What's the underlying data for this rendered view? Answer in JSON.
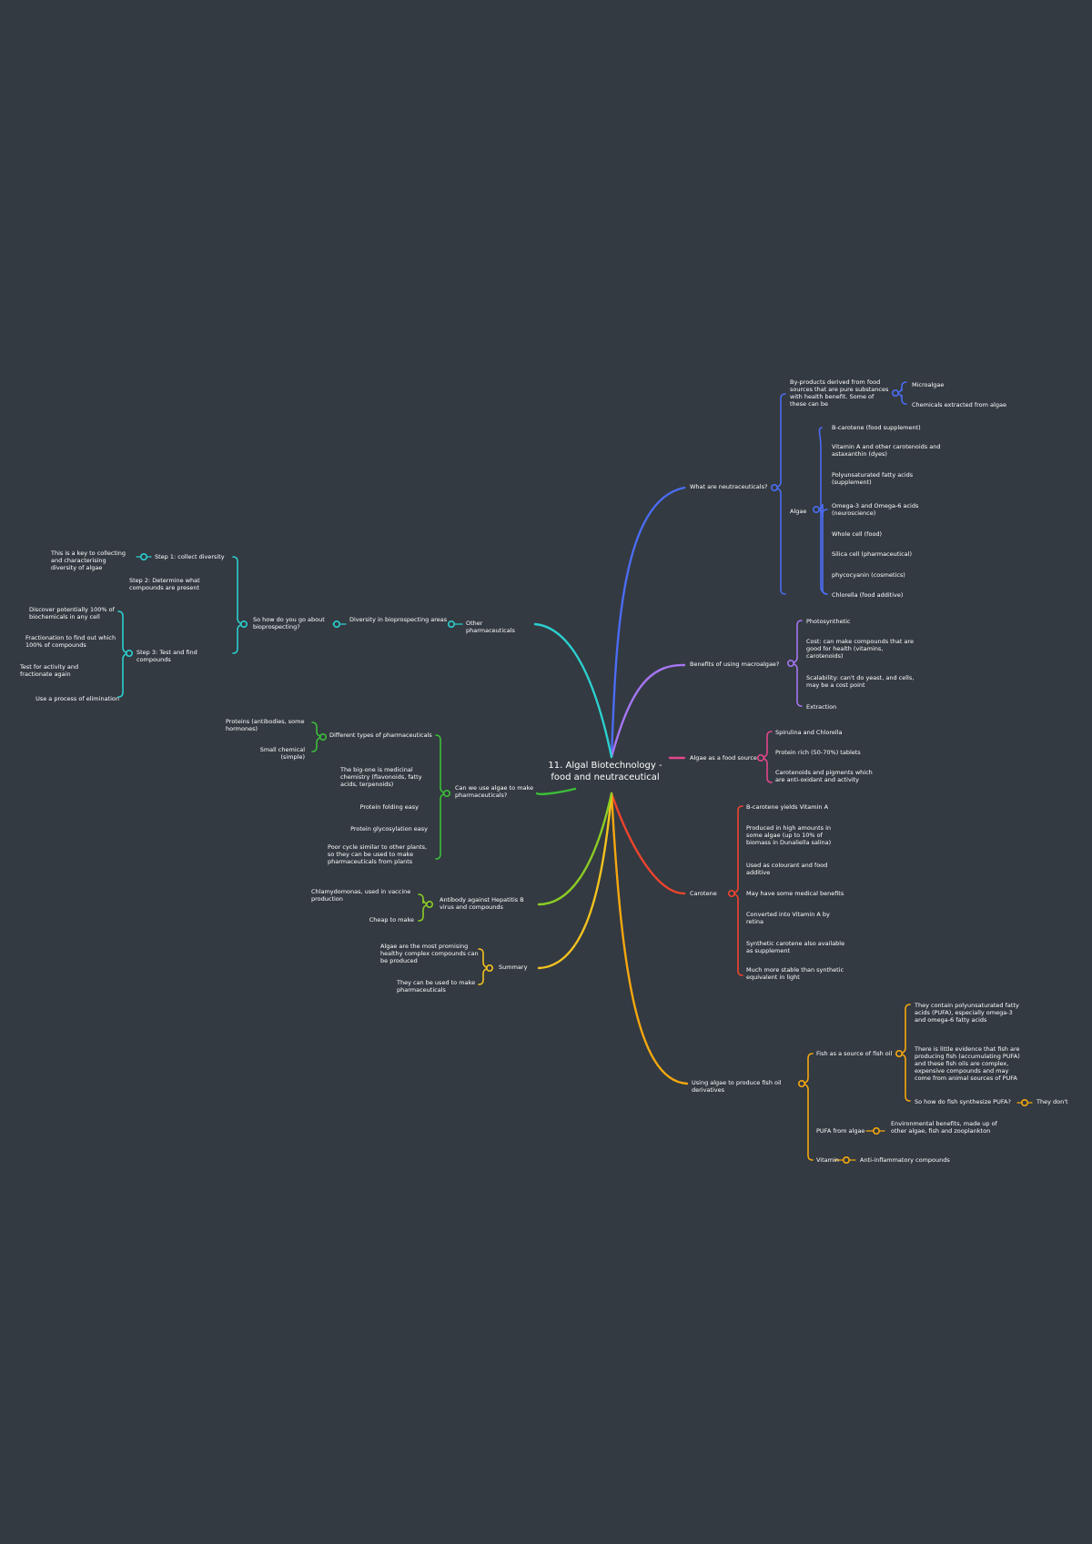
{
  "colors": {
    "background": "#333a41",
    "blue": "#4b6cf2",
    "violet": "#a676f3",
    "pink": "#e2478b",
    "red": "#f0442d",
    "orange": "#f5a70f",
    "yellow": "#f3c21f",
    "lime": "#8ccd24",
    "green": "#3cbf3a",
    "cyan": "#2ccfcf",
    "text": "#ffffff"
  },
  "title": "11. Algal Biotechnology - food and neutraceutical",
  "nodes": [
    {
      "id": "what",
      "label": "What are neutraceuticals?",
      "color": "blue"
    },
    {
      "id": "byprod",
      "label": "By-products derived from food sources that are pure substances with health benefit. Some of these can be",
      "color": "blue"
    },
    {
      "id": "microalgae",
      "label": "Microalgae",
      "color": "blue"
    },
    {
      "id": "chemicals",
      "label": "Chemicals extracted from algae",
      "color": "blue"
    },
    {
      "id": "algae",
      "label": "Algae",
      "color": "blue"
    },
    {
      "id": "a1",
      "label": "B-carotene (food supplement)",
      "color": "blue"
    },
    {
      "id": "a2",
      "label": "Vitamin A and other carotenoids and astaxanthin (dyes)",
      "color": "blue"
    },
    {
      "id": "a3",
      "label": "Polyunsaturated fatty acids (supplement)",
      "color": "blue"
    },
    {
      "id": "a4",
      "label": "Omega-3 and Omega-6 acids (neuroscience)",
      "color": "blue"
    },
    {
      "id": "a5",
      "label": "Whole cell (food)",
      "color": "blue"
    },
    {
      "id": "a6",
      "label": "Silica cell (pharmaceutical)",
      "color": "blue"
    },
    {
      "id": "a7",
      "label": "phycocyanin (cosmetics)",
      "color": "blue"
    },
    {
      "id": "a8",
      "label": "Chlorella (food additive)",
      "color": "blue"
    },
    {
      "id": "benefits",
      "label": "Benefits of using macroalgae?",
      "color": "violet"
    },
    {
      "id": "b1",
      "label": "Photosynthetic",
      "color": "violet"
    },
    {
      "id": "b2",
      "label": "Cost: can make compounds that are good for health (vitamins, carotenoids)",
      "color": "violet"
    },
    {
      "id": "b3",
      "label": "Scalability: can't do yeast, and cells, may be a cost point",
      "color": "violet"
    },
    {
      "id": "b4",
      "label": "Extraction",
      "color": "violet"
    },
    {
      "id": "spirulina",
      "label": "Algae as a food source",
      "color": "pink"
    },
    {
      "id": "s1",
      "label": "Spirulina and Chlorella",
      "color": "pink"
    },
    {
      "id": "s2",
      "label": "Protein rich (50-70%) tablets",
      "color": "pink"
    },
    {
      "id": "s3",
      "label": "Carotenoids and pigments which are anti-oxidant and activity",
      "color": "pink"
    },
    {
      "id": "carotene",
      "label": "Carotene",
      "color": "red"
    },
    {
      "id": "c1",
      "label": "B-carotene yields Vitamin A",
      "color": "red"
    },
    {
      "id": "c2",
      "label": "Produced in high amounts in some algae (up to 10% of biomass in Dunaliella salina)",
      "color": "red"
    },
    {
      "id": "c3",
      "label": "Used as colourant and food additive",
      "color": "red"
    },
    {
      "id": "c4",
      "label": "May have some medical benefits",
      "color": "red"
    },
    {
      "id": "c5",
      "label": "Converted into Vitamin A by retina",
      "color": "red"
    },
    {
      "id": "c6",
      "label": "Synthetic carotene also available as supplement",
      "color": "red"
    },
    {
      "id": "c7",
      "label": "Much more stable than synthetic equivalent in light",
      "color": "red"
    },
    {
      "id": "pufa",
      "label": "Using algae to produce fish oil derivatives",
      "color": "orange"
    },
    {
      "id": "fish",
      "label": "Fish as a source of fish oil",
      "color": "orange"
    },
    {
      "id": "f1",
      "label": "They contain polyunsaturated fatty acids (PUFA), especially omega-3 and omega-6 fatty acids",
      "color": "orange"
    },
    {
      "id": "f2",
      "label": "There is little evidence that fish are producing fish (accumulating PUFA) and these fish oils are complex, expensive compounds and may come from animal sources of PUFA",
      "color": "orange"
    },
    {
      "id": "f3",
      "label": "So how do fish synthesize PUFA?",
      "color": "orange"
    },
    {
      "id": "f3a",
      "label": "They don't",
      "color": "orange"
    },
    {
      "id": "pufaalg",
      "label": "PUFA from algae",
      "color": "orange"
    },
    {
      "id": "pa1",
      "label": "Environmental benefits, made up of other algae, fish and zooplankton",
      "color": "orange"
    },
    {
      "id": "vitamin",
      "label": "Vitamin",
      "color": "orange"
    },
    {
      "id": "v1",
      "label": "Anti-inflammatory compounds",
      "color": "orange"
    },
    {
      "id": "summary",
      "label": "Summary",
      "color": "yellow"
    },
    {
      "id": "sm1",
      "label": "Algae are the most promising healthy complex compounds can be produced",
      "color": "yellow"
    },
    {
      "id": "sm2",
      "label": "They can be used to make pharmaceuticals",
      "color": "yellow"
    },
    {
      "id": "antibody",
      "label": "Antibody against Hepatitis B virus and compounds",
      "color": "lime"
    },
    {
      "id": "ab1",
      "label": "Chlamydomonas, used in vaccine production",
      "color": "lime"
    },
    {
      "id": "ab2",
      "label": "Cheap to make",
      "color": "lime"
    },
    {
      "id": "pharma",
      "label": "Can we use algae to make pharmaceuticals?",
      "color": "green"
    },
    {
      "id": "difftypes",
      "label": "Different types of pharmaceuticals",
      "color": "green"
    },
    {
      "id": "d1",
      "label": "Proteins (antibodies, some hormones)",
      "color": "green"
    },
    {
      "id": "d2",
      "label": "Small chemical (simple)",
      "color": "green"
    },
    {
      "id": "p1",
      "label": "The big-one is medicinal chemistry (flavonoids, fatty acids, terpenoids)",
      "color": "green"
    },
    {
      "id": "p2",
      "label": "Protein folding easy",
      "color": "green"
    },
    {
      "id": "p3",
      "label": "Protein glycosylation easy",
      "color": "green"
    },
    {
      "id": "p4",
      "label": "Poor cycle similar to other plants, so they can be used to make pharmaceuticals from plants",
      "color": "green"
    },
    {
      "id": "other",
      "label": "Other pharmaceuticals",
      "color": "cyan"
    },
    {
      "id": "diversity",
      "label": "Diversity in bioprospecting areas",
      "color": "cyan"
    },
    {
      "id": "how",
      "label": "So how do you go about bioprospecting?",
      "color": "cyan"
    },
    {
      "id": "st1",
      "label": "Step 1: collect diversity",
      "color": "cyan"
    },
    {
      "id": "st1a",
      "label": "This is a key to collecting and characterising diversity of algae",
      "color": "cyan"
    },
    {
      "id": "st2",
      "label": "Step 2: Determine what compounds are present",
      "color": "cyan"
    },
    {
      "id": "st3",
      "label": "Step 3: Test and find compounds",
      "color": "cyan"
    },
    {
      "id": "st3a",
      "label": "Discover potentially 100% of biochemicals in any cell",
      "color": "cyan"
    },
    {
      "id": "st3b",
      "label": "Fractionation to find out which 100% of compounds",
      "color": "cyan"
    },
    {
      "id": "st3c",
      "label": "Test for activity and fractionate again",
      "color": "cyan"
    },
    {
      "id": "st3d",
      "label": "Use a process of elimination",
      "color": "cyan"
    }
  ]
}
